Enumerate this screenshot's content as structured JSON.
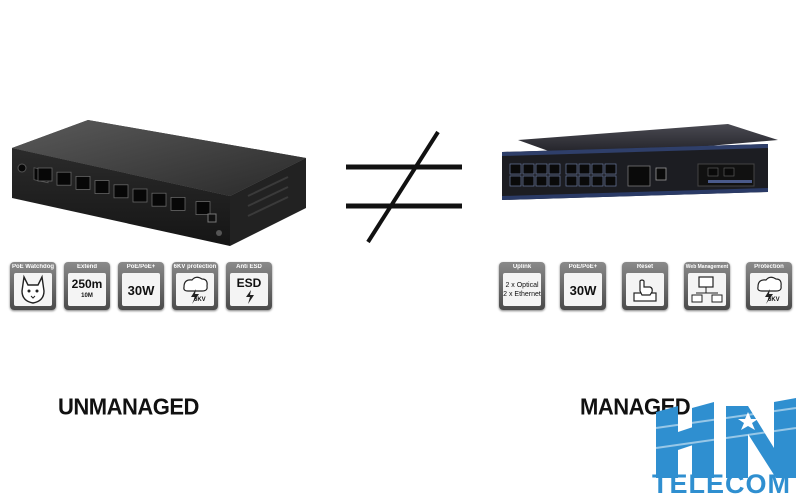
{
  "symbol": "≠",
  "left": {
    "caption": "UNMANAGED",
    "badges": [
      {
        "title": "PoE Watchdog",
        "icon": "dog-icon"
      },
      {
        "title": "Extend",
        "main": "250m",
        "sub": "10M"
      },
      {
        "title": "PoE/PoE+",
        "main": "30W"
      },
      {
        "title": "6KV protection",
        "sub": "6KV",
        "icon": "lightning-icon"
      },
      {
        "title": "Anti ESD",
        "main": "ESD"
      }
    ]
  },
  "right": {
    "caption": "MANAGED",
    "badges": [
      {
        "title": "Uplink",
        "line1": "2 x Optical",
        "line2": "2 x Ethernet"
      },
      {
        "title": "PoE/PoE+",
        "main": "30W"
      },
      {
        "title": "Reset",
        "icon": "reset-hand-icon"
      },
      {
        "title": "Web Management",
        "icon": "computer-network-icon"
      },
      {
        "title": "Protection",
        "sub": "6KV",
        "icon": "lightning-icon"
      }
    ]
  },
  "logo": {
    "text": "TELECOM",
    "color": "#2f8fd0"
  }
}
